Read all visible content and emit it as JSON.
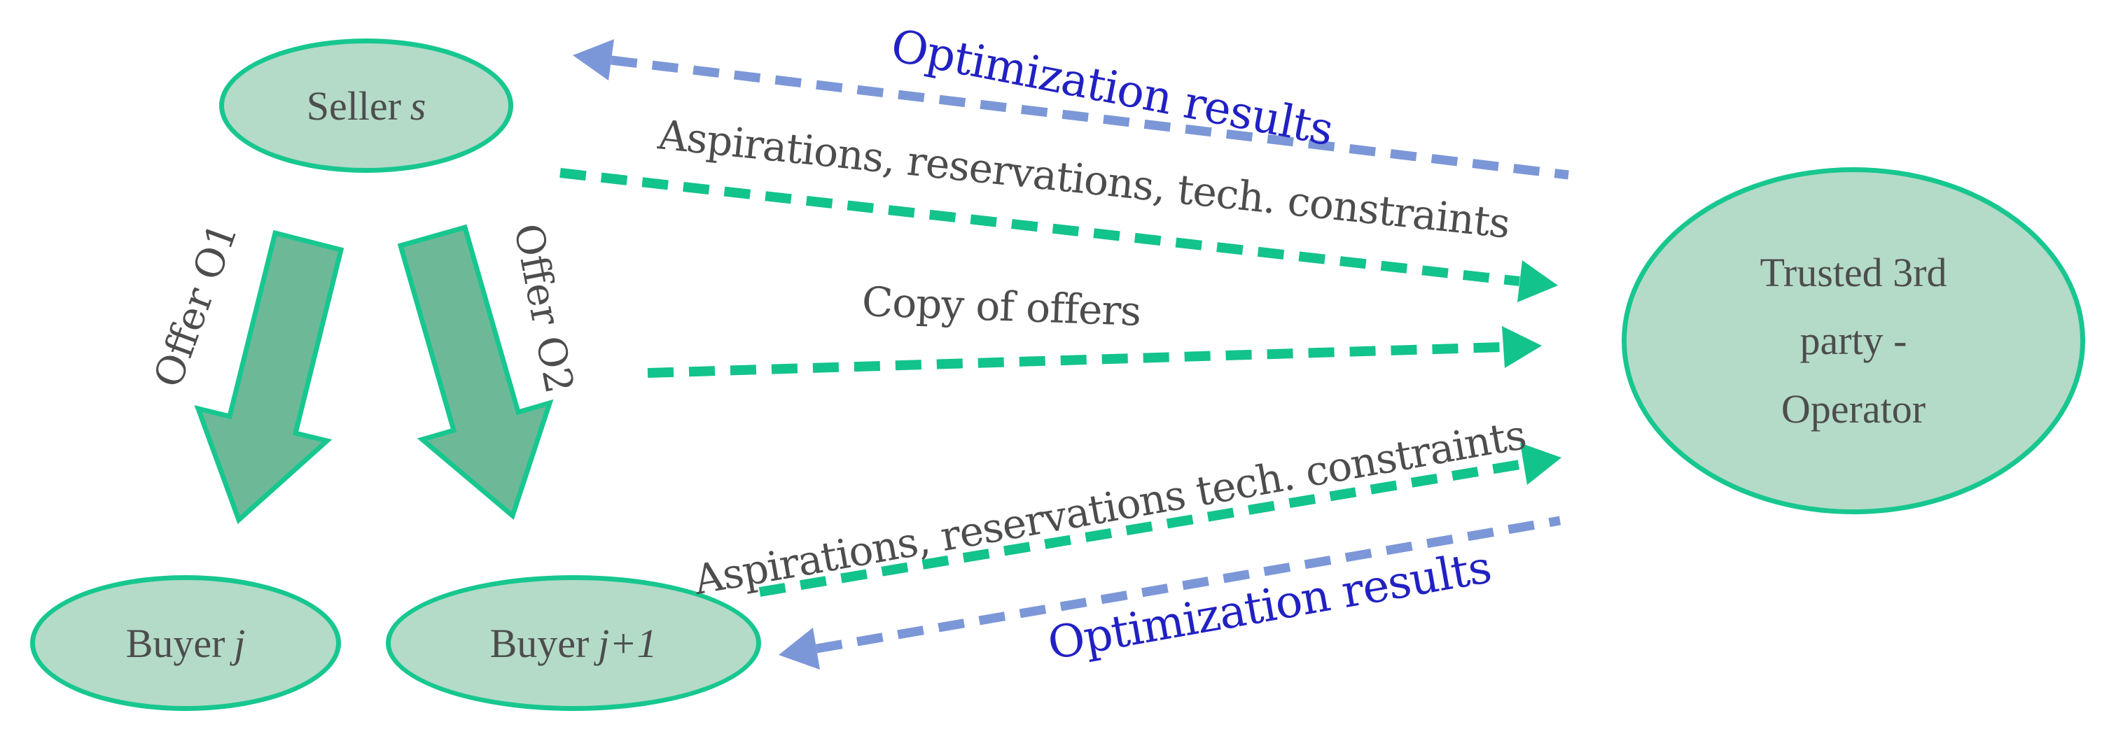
{
  "diagram": {
    "title": "Offer exchange scheme between seller, buyers and trusted operator",
    "nodes": {
      "seller": {
        "label": "Seller",
        "variable": "s"
      },
      "buyer_j": {
        "label": "Buyer",
        "variable": "j"
      },
      "buyer_j1": {
        "label": "Buyer",
        "variable": "j+1"
      },
      "operator": {
        "line1": "Trusted 3rd",
        "line2": "party -",
        "line3": "Operator"
      }
    },
    "offers": {
      "o1": "Offer O1",
      "o2": "Offer O2"
    },
    "messages": {
      "optimization_results_top": "Optimization results",
      "aspirations_top": "Aspirations, reservations, tech. constraints",
      "copy_of_offers": "Copy of offers",
      "aspirations_bottom": "Aspirations, reservations tech. constraints",
      "optimization_results_bottom": "Optimization results"
    },
    "colors": {
      "node_fill": "#B4DBC8",
      "node_border": "#17C78F",
      "block_arrow_fill": "#6DB997",
      "green_dash": "#12C38C",
      "blue_dash": "#7C97D7",
      "blue_text": "#2121C3",
      "gray_text": "#4D4D4D"
    }
  }
}
